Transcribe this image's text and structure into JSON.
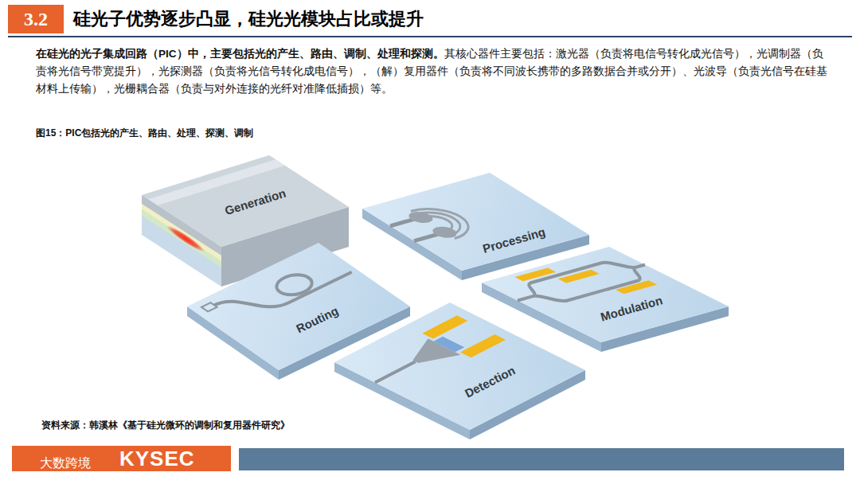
{
  "diagram": {
    "title": "硅光子优势逐步凸显，硅光光模块占比或提升",
    "caption": "图15：PIC包括光的产生、路由、处理、探测、调制",
    "nodes": [
      {
        "text": [
          "Generation"
        ]
      },
      {
        "text": [
          "Processing"
        ]
      },
      {
        "text": [
          "Modulation"
        ]
      },
      {
        "text": [
          "Routing"
        ]
      },
      {
        "text": [
          "Detection"
        ]
      }
    ],
    "labels": [
      "3.2",
      "在硅光的光子集成回路（PIC）中，主要包括光的产生、路由、调制、处理和探测。",
      "其核心器件主要包括：激光器（负责将电信号转化成光信号），光调制器（负责将光信号带宽提升），光探测器（负责将光信号转化成电信号），（解）复用器件（负责将不同波长携带的多路数据合并或分开）、光波导（负责光信号在硅基材料上传输），光栅耦合器（负责与对外连接的光纤对准降低插损）等。",
      "资料来源：韩溪林《基于硅光微环的调制和复用器件研究》",
      "KYSEC",
      "大数跨境"
    ]
  }
}
